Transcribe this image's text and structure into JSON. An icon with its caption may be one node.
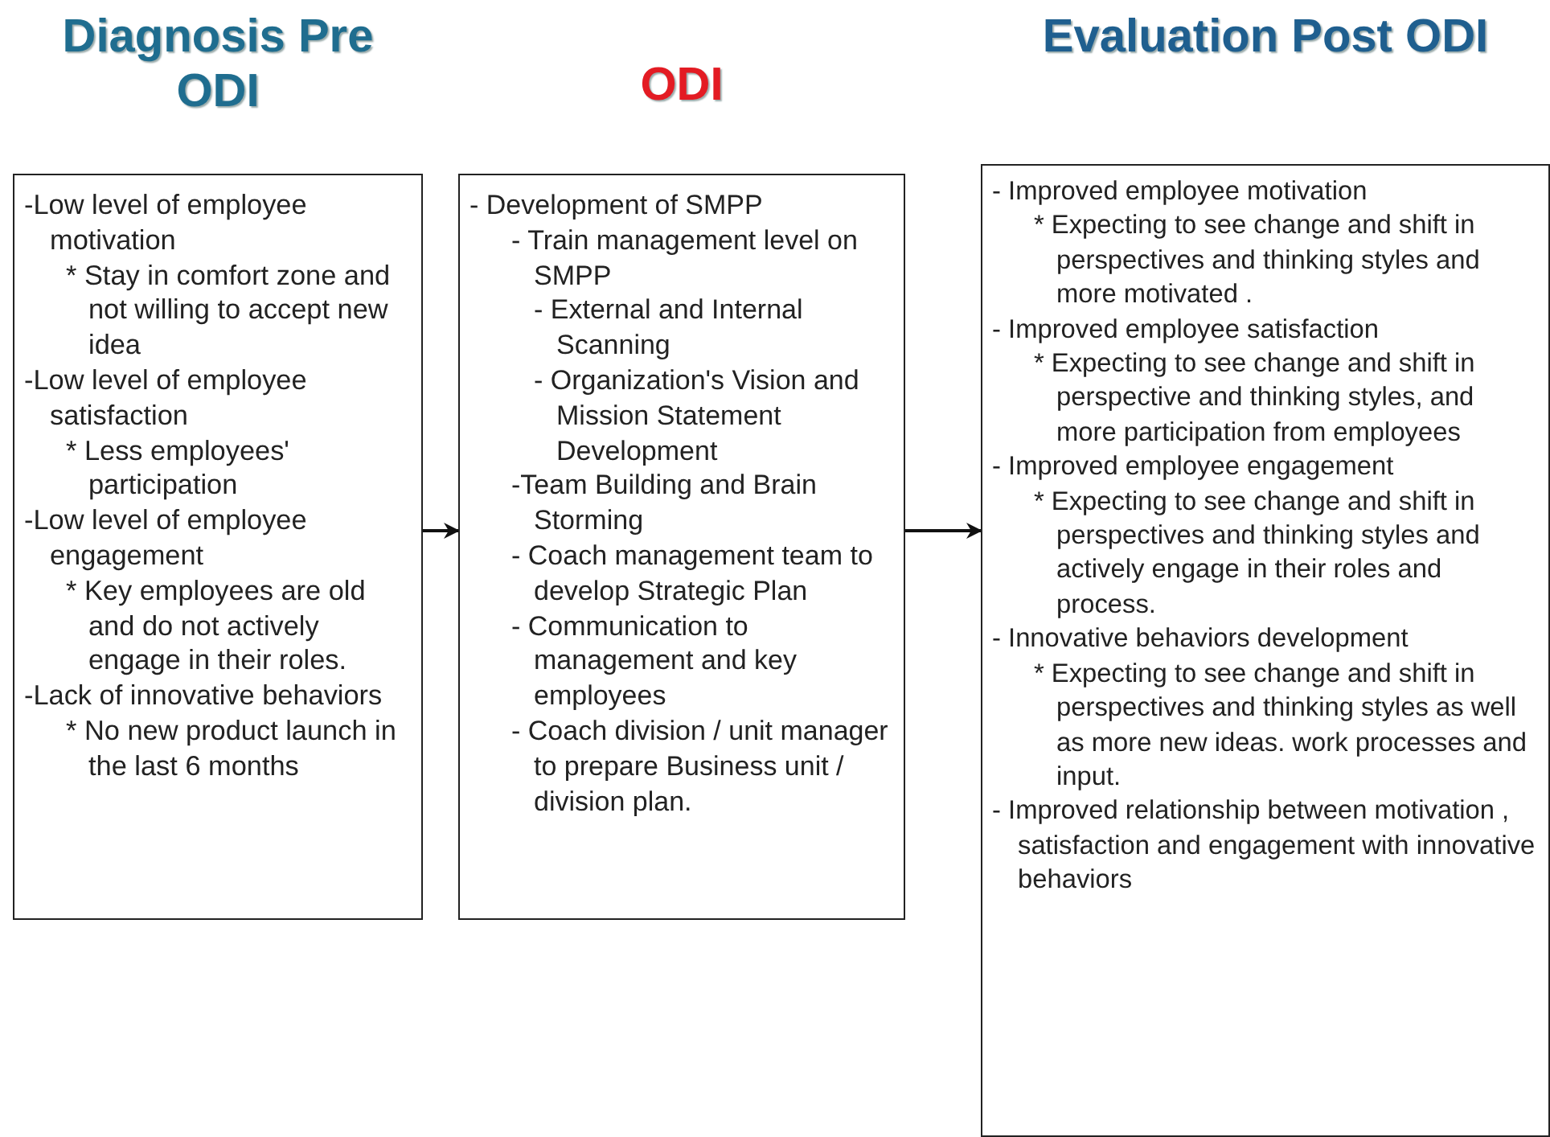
{
  "diagram": {
    "nodes": [
      {
        "text": [
          "Diagnosis Pre ODI",
          "-Low level of employee motivation",
          "* Stay in comfort zone and not willing to accept new idea",
          "-Low level of employee satisfaction",
          "* Less employees' participation",
          "-Low level of employee engagement",
          "* Key employees are old and do not actively engage in their roles.",
          "-Lack of innovative behaviors",
          "* No new product launch in the last 6 months"
        ]
      },
      {
        "text": [
          "ODI",
          "- Development of SMPP",
          "- Train management level on SMPP",
          "- External and Internal Scanning",
          "- Organization's Vision and Mission Statement Development",
          "-Team Building and Brain Storming",
          "- Coach management team to develop Strategic Plan",
          "- Communication to management and key employees",
          "- Coach division / unit manager to prepare Business unit / division plan."
        ]
      },
      {
        "text": [
          "Evaluation Post ODI",
          "- Improved employee motivation",
          "* Expecting to see change and shift in perspectives and thinking styles and more motivated .",
          "- Improved employee satisfaction",
          "* Expecting to see change and shift in perspective and thinking styles, and more participation from employees",
          "- Improved employee engagement",
          "* Expecting to see change and shift in perspectives and thinking styles and actively engage in their roles and process.",
          "- Innovative behaviors development",
          "* Expecting to see change and shift in perspectives and thinking styles as well as more new ideas. work processes and input.",
          "- Improved relationship between motivation , satisfaction and engagement with innovative behaviors"
        ]
      }
    ],
    "edges": [
      {
        "from": 0,
        "to": 1,
        "arrow": "to"
      },
      {
        "from": 1,
        "to": 2,
        "arrow": "to"
      }
    ]
  }
}
